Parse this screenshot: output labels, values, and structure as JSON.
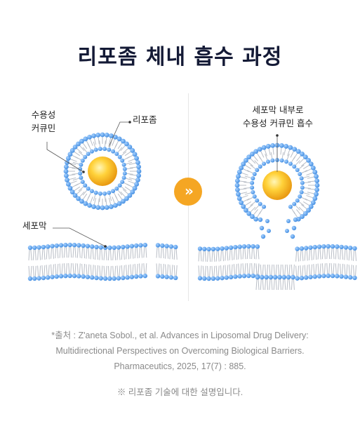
{
  "title": "리포좀 체내 흡수 과정",
  "left_panel": {
    "label_drug": [
      "수용성",
      "커큐민"
    ],
    "label_liposome": "리포좀",
    "label_membrane": "세포막"
  },
  "right_panel": {
    "label_caption": [
      "세포막 내부로",
      "수용성 커큐민 흡수"
    ]
  },
  "arrow_symbol": "»",
  "citation": [
    "*출처 : Z'aneta Sobol., et al. Advances in Liposomal Drug Delivery:",
    "Multidirectional Perspectives on Overcoming Biological Barriers.",
    "Pharmaceutics, 2025, 17(7) : 885."
  ],
  "note": "※ 리포좀 기술에 대한 설명입니다.",
  "colors": {
    "title": "#141a36",
    "lipid_head": "#3f8be0",
    "lipid_tail": "#b9bec6",
    "core": "#f5b01e",
    "arrow_bg": "#f5a623"
  }
}
